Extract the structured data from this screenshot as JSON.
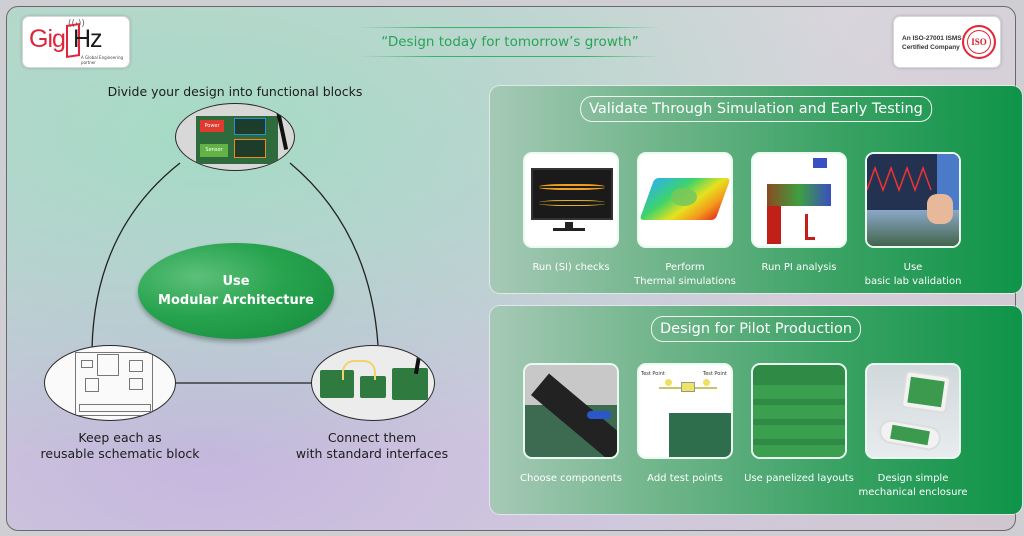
{
  "header": {
    "logo": {
      "brand_part1": "Gig",
      "brand_part2": "Hz",
      "tagline": "A Global Engineering partner"
    },
    "quote": "“Design today for tomorrow’s growth”",
    "certification": {
      "line1": "An ISO-27001 ISMS",
      "line2": "Certified Company",
      "seal_text": "ISO"
    }
  },
  "modular_diagram": {
    "center": {
      "line1": "Use",
      "line2": "Modular Architecture"
    },
    "nodes": [
      {
        "label_lines": [
          "Divide your design into functional blocks"
        ],
        "image": "pcb-functional-blocks",
        "block_tags": [
          "Power",
          "Sensor"
        ]
      },
      {
        "label_lines": [
          "Keep each as",
          "reusable schematic block"
        ],
        "image": "schematic-block-diagram"
      },
      {
        "label_lines": [
          "Connect them",
          "with standard interfaces"
        ],
        "image": "connected-boards"
      }
    ]
  },
  "panels": [
    {
      "title": "Validate Through Simulation and Early Testing",
      "items": [
        {
          "label_lines": [
            "Run (SI) checks"
          ],
          "image": "eye-diagram-monitor"
        },
        {
          "label_lines": [
            "Perform",
            "Thermal simulations"
          ],
          "image": "thermal-map"
        },
        {
          "label_lines": [
            "Run PI analysis"
          ],
          "image": "pi-heatmap"
        },
        {
          "label_lines": [
            "Use",
            "basic lab validation"
          ],
          "image": "oscilloscope-probe"
        }
      ]
    },
    {
      "title": "Design for Pilot Production",
      "items": [
        {
          "label_lines": [
            "Choose components"
          ],
          "image": "component-strip"
        },
        {
          "label_lines": [
            "Add test points"
          ],
          "image": "test-point-diagram",
          "annotations": [
            "Test Point",
            "Test Point"
          ]
        },
        {
          "label_lines": [
            "Use panelized layouts"
          ],
          "image": "panelized-pcbs"
        },
        {
          "label_lines": [
            "Design simple",
            "mechanical enclosure"
          ],
          "image": "enclosure"
        }
      ]
    }
  ],
  "colors": {
    "accent_green": "#27a356",
    "panel_green": "#0e9448",
    "logo_red": "#e0253a"
  }
}
